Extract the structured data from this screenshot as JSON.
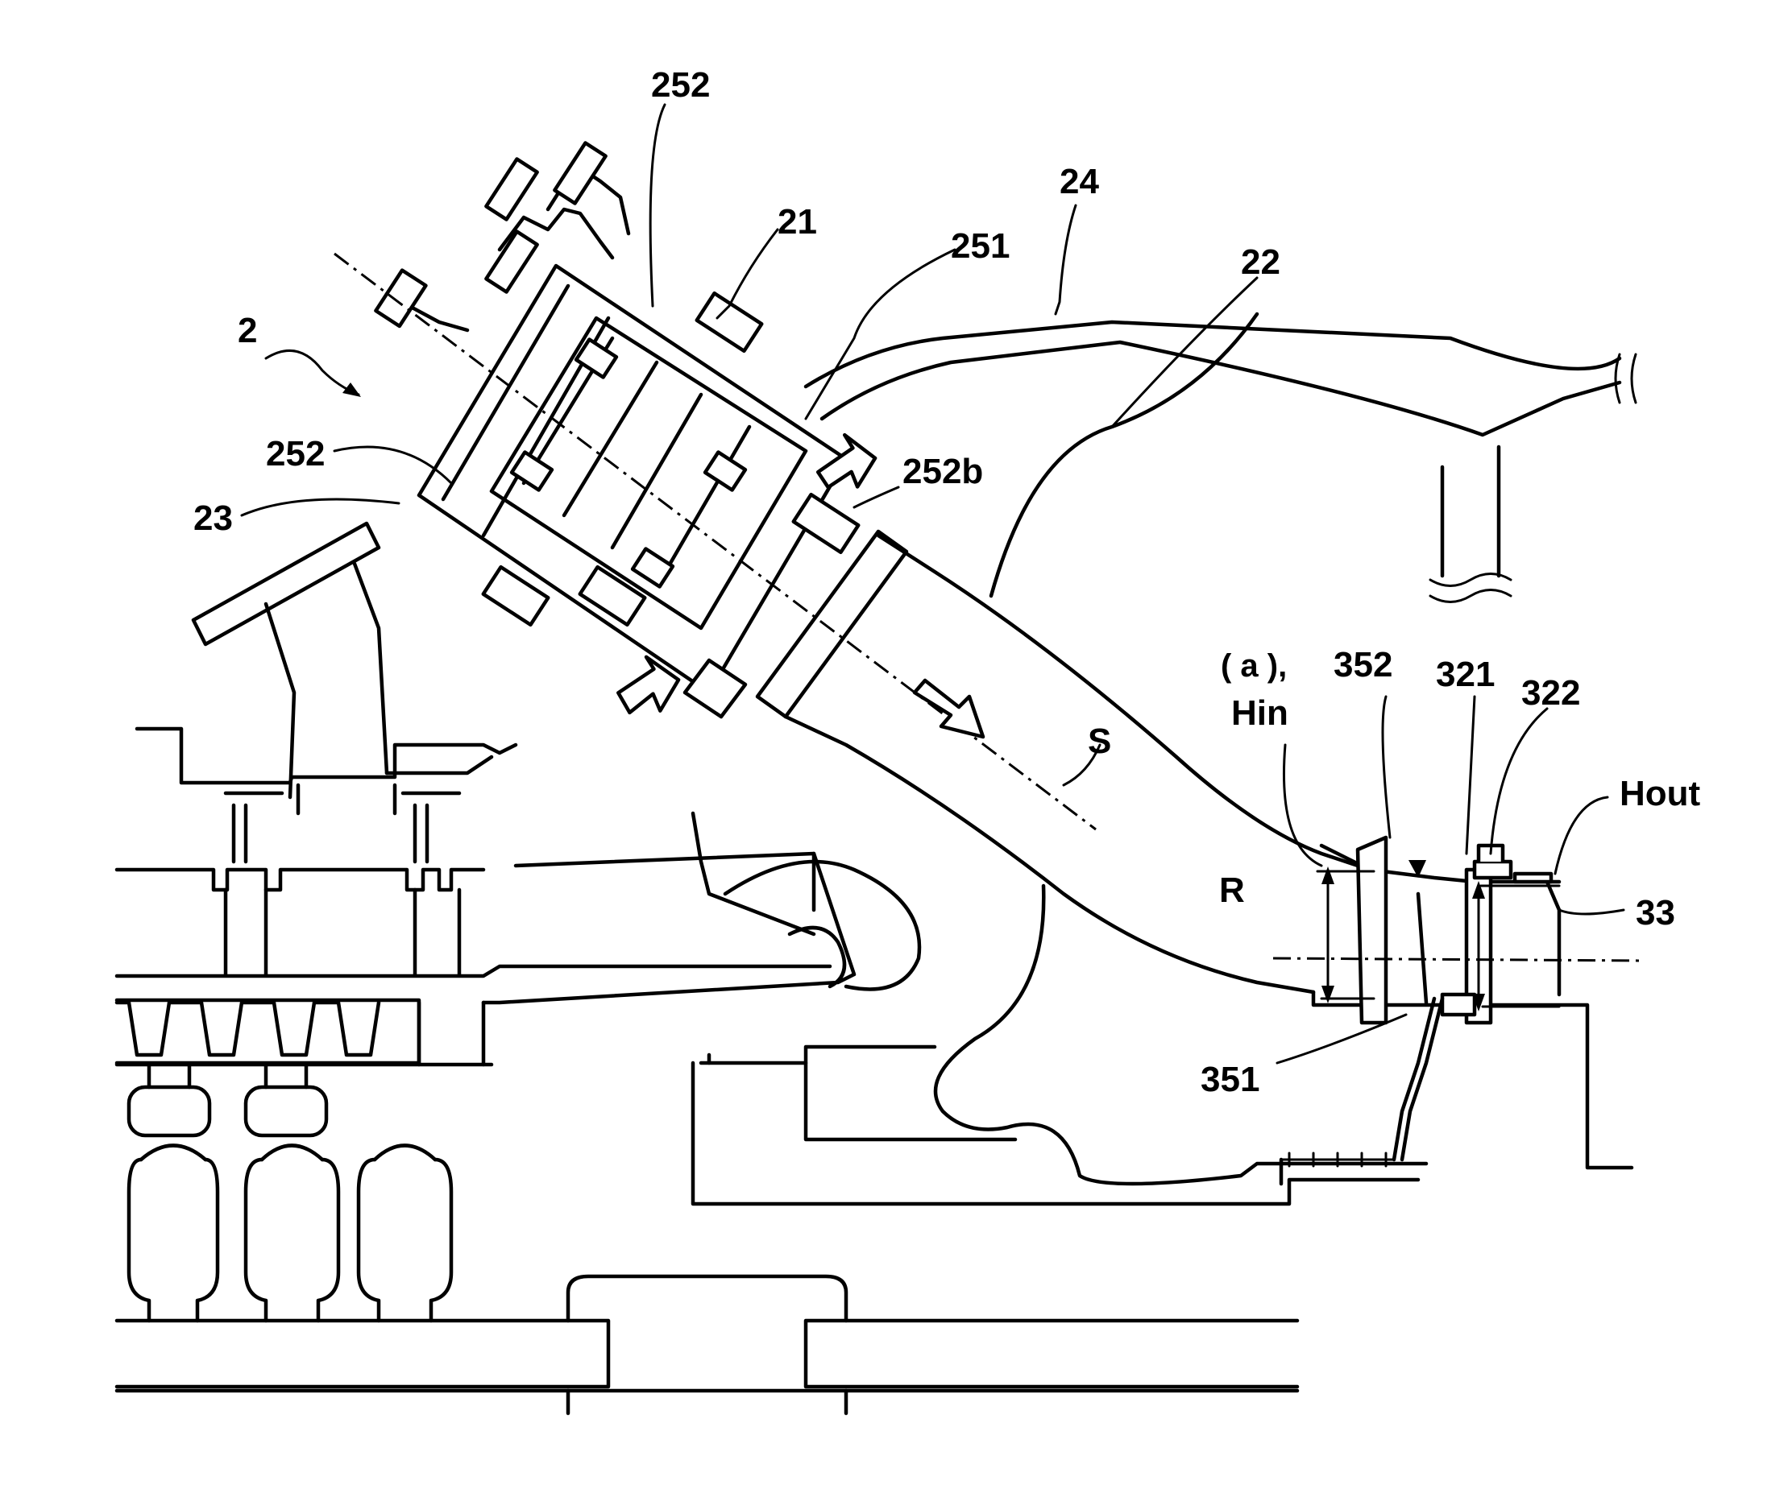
{
  "labels": {
    "l_2": "2",
    "l_252_top": "252",
    "l_21": "21",
    "l_251": "251",
    "l_24": "24",
    "l_22": "22",
    "l_252_left": "252",
    "l_252b": "252b",
    "l_23": "23",
    "l_S": "S",
    "l_a": "( a ),",
    "l_Hin": "Hin",
    "l_352": "352",
    "l_321": "321",
    "l_322": "322",
    "l_Hout": "Hout",
    "l_R": "R",
    "l_33": "33",
    "l_351": "351"
  }
}
